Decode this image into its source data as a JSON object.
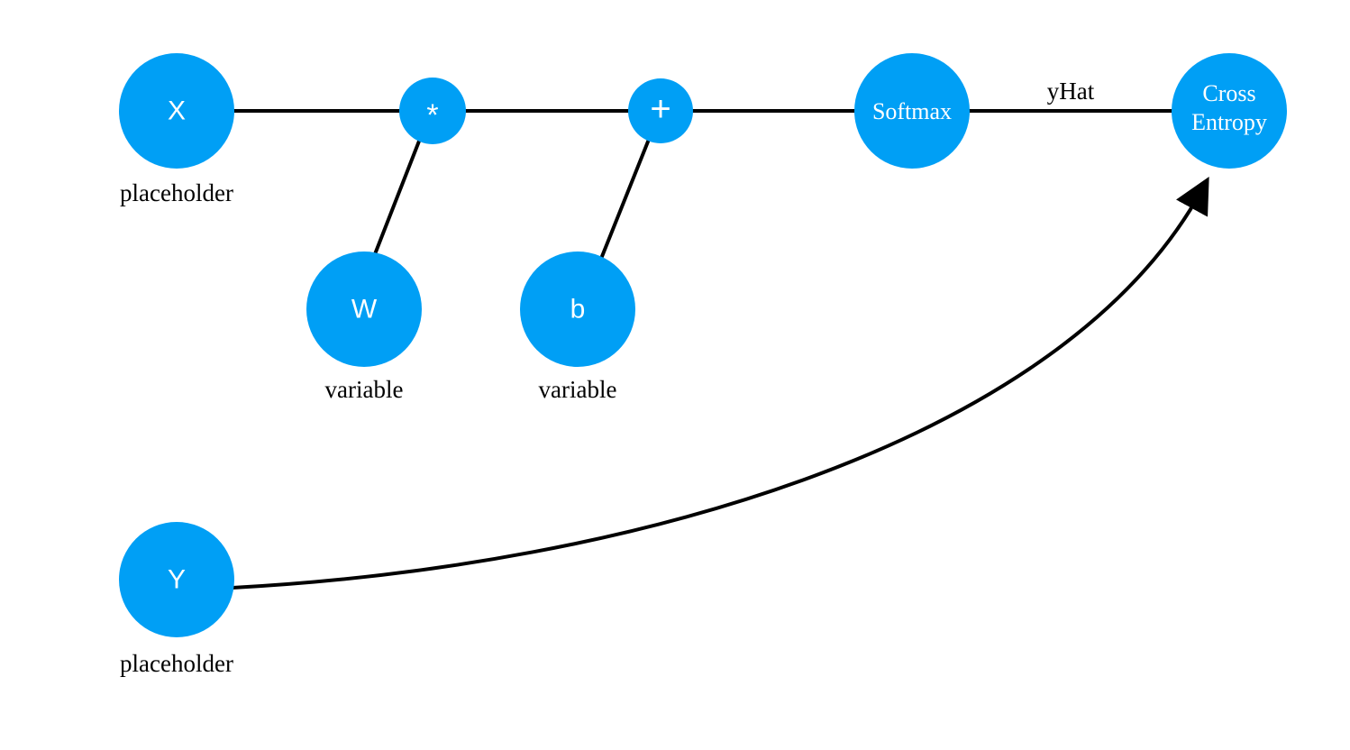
{
  "colors": {
    "node_fill": "#009ff5",
    "node_text": "#ffffff",
    "edge": "#000000",
    "background": "#ffffff"
  },
  "nodes": {
    "x": {
      "label": "X",
      "caption": "placeholder"
    },
    "multiply": {
      "label": "*"
    },
    "add": {
      "label": "+"
    },
    "softmax": {
      "label": "Softmax"
    },
    "cross_entropy": {
      "label_line1": "Cross",
      "label_line2": "Entropy"
    },
    "w": {
      "label": "W",
      "caption": "variable"
    },
    "b": {
      "label": "b",
      "caption": "variable"
    },
    "y": {
      "label": "Y",
      "caption": "placeholder"
    }
  },
  "edges": {
    "softmax_to_cross_entropy_label": "yHat"
  }
}
